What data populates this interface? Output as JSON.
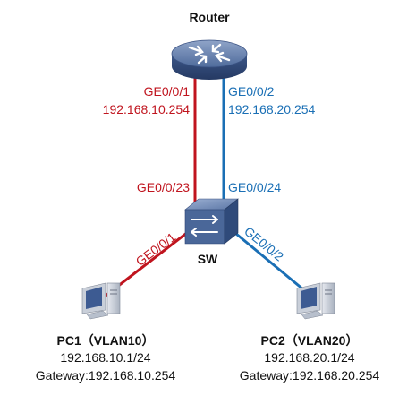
{
  "colors": {
    "red": "#c0141e",
    "blue": "#1a6fb5",
    "text": "#111111"
  },
  "router": {
    "name": "Router",
    "icon": "router-icon",
    "port_left": "GE0/0/1",
    "ip_left": "192.168.10.254",
    "port_right": "GE0/0/2",
    "ip_right": "192.168.20.254"
  },
  "switch": {
    "name": "SW",
    "icon": "switch-icon",
    "port_up_left": "GE0/0/23",
    "port_up_right": "GE0/0/24",
    "port_down_left": "GE0/0/1",
    "port_down_right": "GE0/0/2"
  },
  "pc1": {
    "name": "PC1（VLAN10）",
    "icon": "pc-icon",
    "ip": "192.168.10.1/24",
    "gateway": "Gateway:192.168.10.254"
  },
  "pc2": {
    "name": "PC2（VLAN20）",
    "icon": "pc-icon",
    "ip": "192.168.20.1/24",
    "gateway": "Gateway:192.168.20.254"
  }
}
